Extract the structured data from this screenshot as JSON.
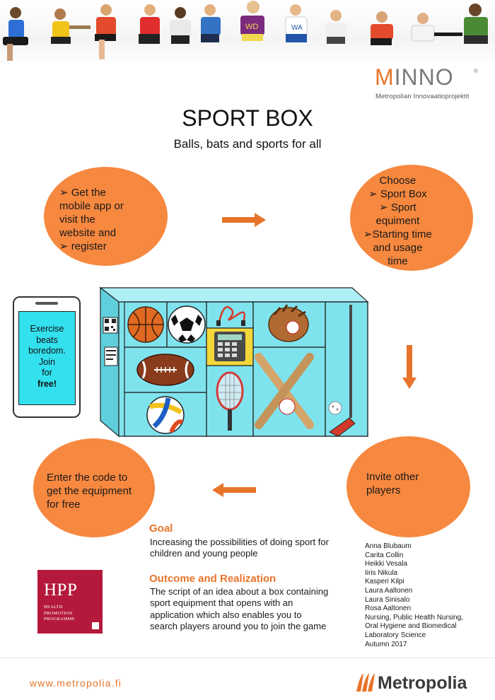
{
  "logo": {
    "word_accent": "M",
    "word_rest": "INNO",
    "registered": "®",
    "subtitle": "Metropolian Innovaatioprojektit"
  },
  "title": "SPORT BOX",
  "subtitle": "Balls, bats and sports for all",
  "steps": {
    "step1": [
      "➢  Get the",
      "mobile app or",
      "visit the",
      "website and",
      "➢  register"
    ],
    "step2": [
      "Choose",
      "➢  Sport Box",
      "➢  Sport",
      "equiment",
      "➢Starting time",
      "and usage",
      "time"
    ],
    "step3": [
      "Enter the code to",
      "get the equipment",
      "for free"
    ],
    "step4": [
      "Invite other",
      "players"
    ]
  },
  "phone": {
    "lines": [
      "Exercise",
      "beats",
      "boredom.",
      "Join",
      "for"
    ],
    "bold": "free!"
  },
  "goal": {
    "heading": "Goal",
    "lines": [
      "Increasing the possibilities of doing sport for",
      "children and young people"
    ]
  },
  "outcome": {
    "heading": "Outcome and Realization",
    "lines": [
      "The script of an idea about a box containing",
      "sport equipment that opens with an",
      "application which also enables you to",
      "search players around you to join the game"
    ]
  },
  "names": [
    "Anna Blubaum",
    "Carita Collin",
    "Heikki Vesala",
    "Iiris Nikula",
    "Kasperi Kilpi",
    "Laura Aaltonen",
    "Laura Sinisalo",
    "Rosa Aaltonen",
    "Nursing, Public Health Nursing,",
    "Oral Hygiene and Biomedical",
    "Laboratory Science",
    "Autumn 2017"
  ],
  "hpp": {
    "abbr": "HPP",
    "lines": [
      "HEALTH",
      "PROMOTION",
      "PROGRAMME"
    ]
  },
  "footer": {
    "url": "www.metropolia.fi",
    "brand": "Metropolia"
  },
  "banner": {
    "jersey_1": "WD",
    "jersey_2": "WA"
  },
  "colors": {
    "accent_orange": "#f7883f",
    "logo_orange": "#e8742a",
    "box_cyan": "#7fe3ee",
    "phone_screen": "#33e0ee",
    "hpp_red": "#b4193c"
  },
  "icons": [
    "sport-box-icon",
    "basketball-icon",
    "soccer-ball-icon",
    "jump-rope-icon",
    "baseball-glove-icon",
    "football-icon",
    "keypad-icon",
    "tennis-racket-icon",
    "baseball-bats-icon",
    "volleyball-icon",
    "floorball-stick-icon",
    "qr-code-icon",
    "arrow-right-icon",
    "arrow-down-icon",
    "arrow-left-icon",
    "metropolia-logo-icon"
  ]
}
